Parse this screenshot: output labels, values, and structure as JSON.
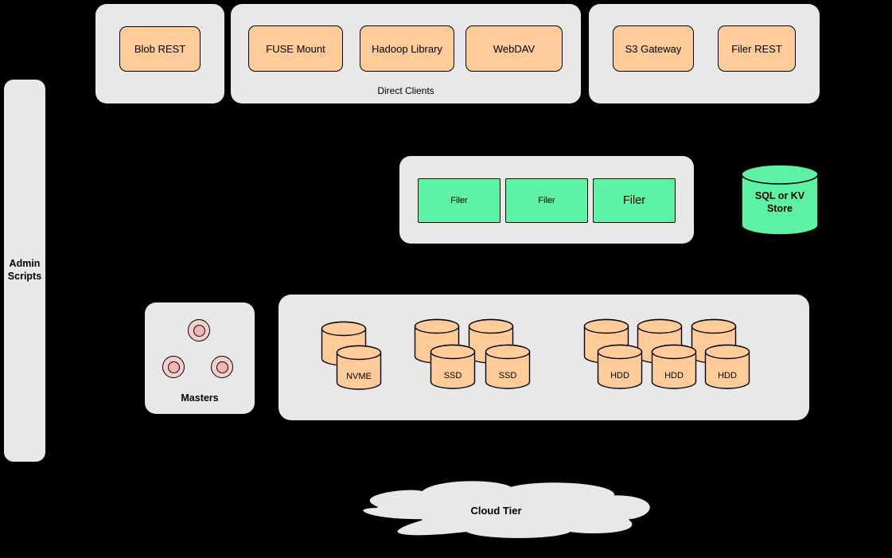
{
  "colors": {
    "background": "#000000",
    "container_fill": "#e8e8e8",
    "node_orange": "#ffcc99",
    "node_green": "#5ef2a5",
    "node_pink_outer": "#f8cecc",
    "node_pink_inner": "#f0b6b3",
    "stroke": "#000000"
  },
  "admin_bar": {
    "label": "Admin\nScripts"
  },
  "blob_group": {
    "nodes": [
      "Blob REST"
    ]
  },
  "direct_clients_group": {
    "caption": "Direct Clients",
    "nodes": [
      "FUSE Mount",
      "Hadoop Library",
      "WebDAV"
    ]
  },
  "gateway_group": {
    "nodes": [
      "S3 Gateway",
      "Filer REST"
    ]
  },
  "filer_group": {
    "nodes": [
      "Filer",
      "Filer",
      "Filer"
    ]
  },
  "kv_store": {
    "label": "SQL or KV\nStore"
  },
  "masters_group": {
    "caption": "Masters",
    "node_count": 3
  },
  "volume_group": {
    "nvme_labels": [
      "NVME"
    ],
    "ssd_labels": [
      "SSD",
      "SSD"
    ],
    "hdd_labels": [
      "HDD",
      "HDD",
      "HDD"
    ]
  },
  "cloud_tier": {
    "label": "Cloud Tier"
  }
}
